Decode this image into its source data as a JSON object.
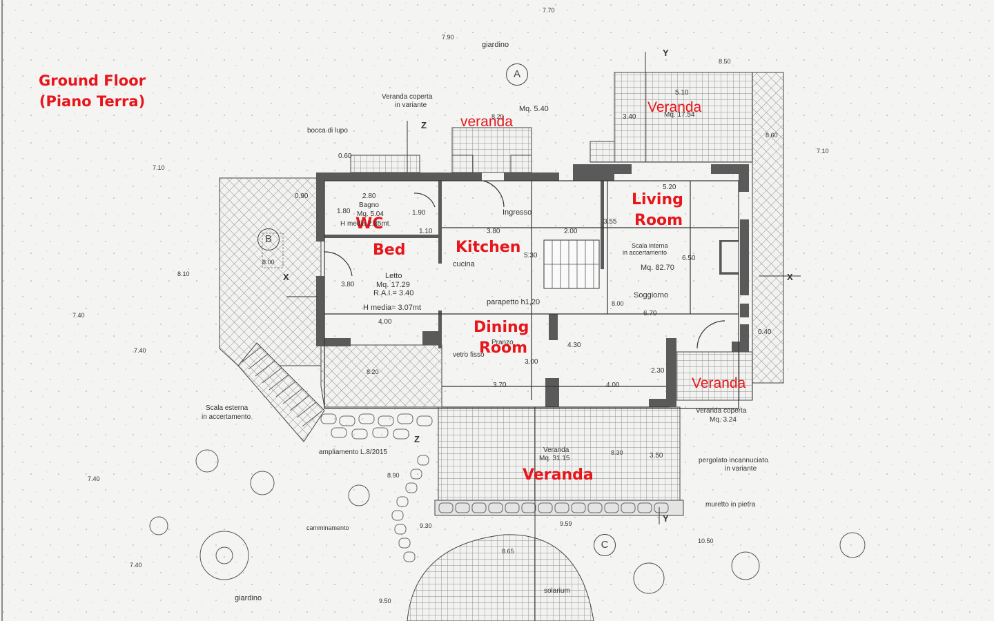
{
  "title": {
    "line1": "Ground Floor",
    "line2": "(Piano Terra)"
  },
  "annotations": {
    "wc": "WC",
    "bed": "Bed",
    "kitchen": "Kitchen",
    "living1": "Living",
    "living2": "Room",
    "dining1": "Dining",
    "dining2": "Room",
    "veranda_top_left": "veranda",
    "veranda_top_right": "Veranda",
    "veranda_right": "Veranda",
    "veranda_bottom": "Veranda"
  },
  "markers": {
    "a": "A",
    "b": "B",
    "c": "C",
    "x": "X",
    "y": "Y",
    "z": "Z"
  },
  "labels": {
    "giardino_top": "giardino",
    "giardino_bottom": "giardino",
    "veranda_coperta": "Veranda coperta",
    "in_variante": "in variante",
    "bocca_di_lupo": "bocca di lupo",
    "mq_540": "Mq. 5.40",
    "bagno": "Bagno",
    "bagno_mq": "Mq. 5.04",
    "bagno_h": "H media 2.85mt",
    "ingresso": "Ingresso",
    "cucina": "cucina",
    "letto": "Letto",
    "letto_mq": "Mq. 17.29",
    "letto_rai": "R.A.I.= 3.40",
    "letto_h": "H media= 3.07mt",
    "scala_interna": "Scala interna",
    "in_accertamento": "in accertamento",
    "soggiorno_mq": "Mq. 82.70",
    "soggiorno": "Soggiorno",
    "parapetto": "parapetto h1,20",
    "pranzo": "Pranzo",
    "vetro_fisso": "vetro fisso",
    "scala_esterna": "Scala esterna",
    "scala_esterna_note": "in accertamento",
    "ampliamento": "ampliamento L.8/2015",
    "veranda_coperta_right": "Veranda coperta",
    "veranda_coperta_right_mq": "Mq. 3.24",
    "veranda_bottom_lbl": "Veranda",
    "veranda_bottom_mq": "Mq. 31.15",
    "pergolato": "pergolato incannuciato",
    "pergolato_note": "in variante",
    "muretto": "muretto in pietra",
    "camminamento": "camminamento",
    "solarium": "solarium",
    "veranda_top_mq": "Mq. 17.54"
  },
  "dimensions": {
    "d_280": "2.80",
    "d_380": "3.80",
    "d_200": "2.00",
    "d_110": "1.10",
    "d_355": "3.55",
    "d_520": "5.20",
    "d_650": "6.50",
    "d_670": "6.70",
    "d_530": "5.30",
    "d_430": "4.30",
    "d_300": "3.00",
    "d_370": "3.70",
    "d_400a": "4.00",
    "d_400b": "4.00",
    "d_230": "2.30",
    "d_190": "1.90",
    "d_180": "1.80",
    "d_380b": "3.80",
    "d_510": "5.10",
    "d_340": "3.40",
    "d_350": "3.50",
    "d_060": "0.60",
    "d_090": "0.90",
    "d_040": "0.40"
  },
  "levels": {
    "l770": "7.70",
    "l790": "7.90",
    "l850": "8.50",
    "l820": "8.20",
    "l710a": "7.10",
    "l710b": "7.10",
    "l810": "8.10",
    "l740a": "7.40",
    "l740b": "7.40",
    "l740c": "7.40",
    "l740d": "7.40",
    "l800": "8.00",
    "l890": "8.90",
    "l930": "9.30",
    "l959": "9.59",
    "l1050": "10.50",
    "l950": "9.50",
    "l830": "8.30",
    "l865": "8.65",
    "l820b": "8.20",
    "l860": "8.60",
    "l800b": "8.00"
  },
  "colors": {
    "annotation": "#e8151b",
    "wall": "#5a5a5a",
    "line": "#333333",
    "paper": "#f4f4f2"
  }
}
